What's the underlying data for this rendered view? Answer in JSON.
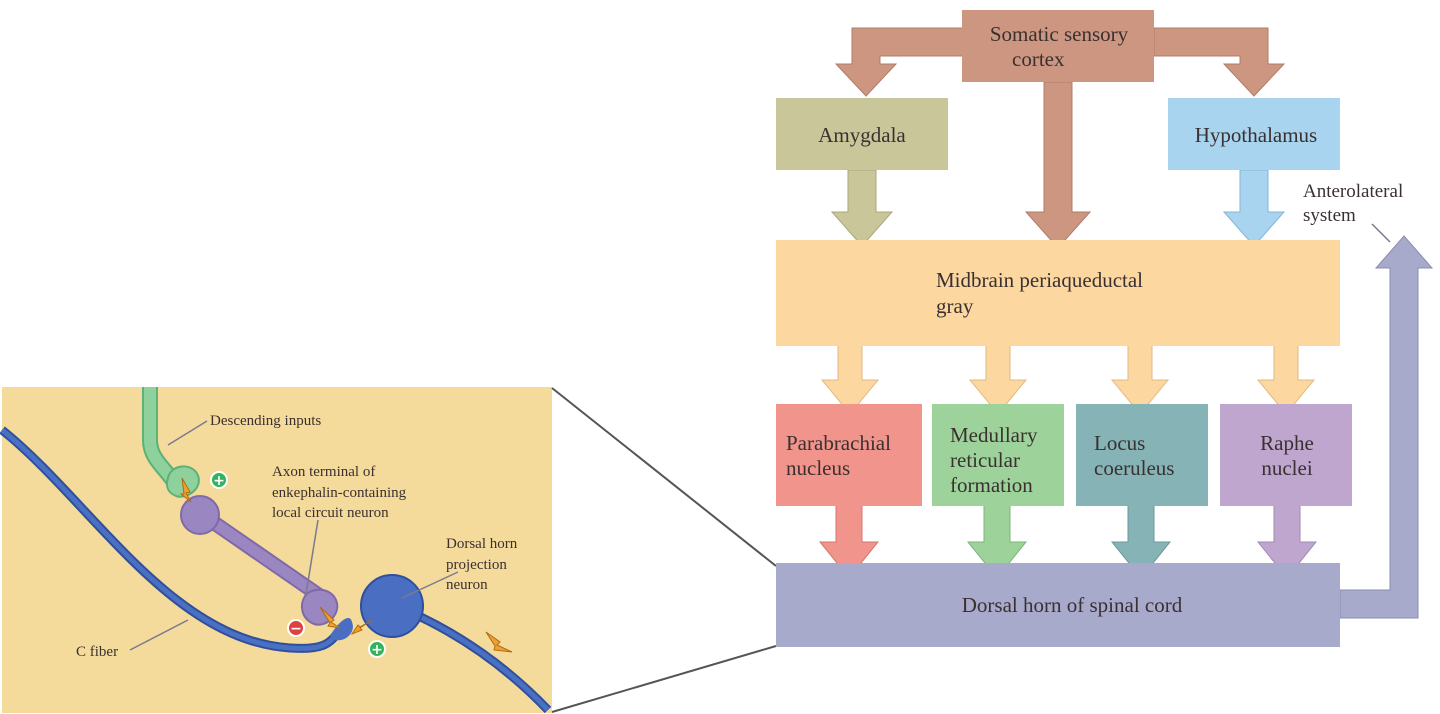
{
  "diagram": {
    "boxes": {
      "somatic_sensory_cortex": {
        "lines": [
          "Somatic sensory",
          "cortex"
        ],
        "color": "#cd9681"
      },
      "amygdala": {
        "lines": [
          "Amygdala"
        ],
        "color": "#c9c79a"
      },
      "hypothalamus": {
        "lines": [
          "Hypothalamus"
        ],
        "color": "#a8d4ef"
      },
      "midbrain_pag": {
        "lines": [
          "Midbrain periaqueductal",
          "gray"
        ],
        "color": "#fdd7a0"
      },
      "parabrachial": {
        "lines": [
          "Parabrachial",
          "nucleus"
        ],
        "color": "#f1958c"
      },
      "medullary": {
        "lines": [
          "Medullary",
          "reticular",
          "formation"
        ],
        "color": "#9dd39a"
      },
      "locus": {
        "lines": [
          "Locus",
          "coeruleus"
        ],
        "color": "#86b4b6"
      },
      "raphe": {
        "lines": [
          "Raphe",
          "nuclei"
        ],
        "color": "#bfa6cf"
      },
      "dorsal_horn": {
        "lines": [
          "Dorsal horn of spinal cord"
        ],
        "color": "#a8aacc"
      }
    },
    "anterolateral_label": [
      "Anterolateral",
      "system"
    ]
  },
  "inset": {
    "background": "#f5db9b",
    "labels": {
      "descending": "Descending inputs",
      "axon_terminal": [
        "Axon terminal of",
        "enkephalin-containing",
        "local circuit neuron"
      ],
      "dorsal_projection": [
        "Dorsal horn",
        "projection",
        "neuron"
      ],
      "c_fiber": "C fiber"
    },
    "symbols": {
      "plus": "+",
      "minus": "−"
    },
    "colors": {
      "descending": "#8fd19d",
      "local_neuron": "#9a86c0",
      "c_fiber": "#3b5fb0",
      "projection": "#4a6fc2",
      "plus": "#35b25e",
      "minus": "#e0413f",
      "signal_arrow": "#f0a030"
    }
  }
}
